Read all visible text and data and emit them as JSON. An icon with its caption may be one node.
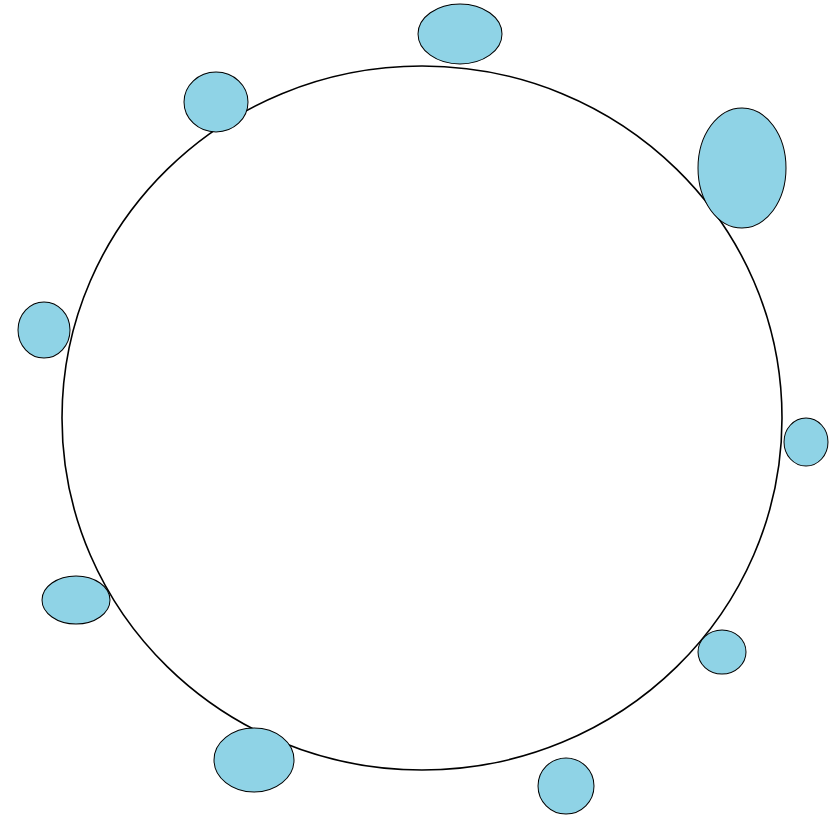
{
  "diagram": {
    "nodes": [
      {
        "text": [],
        "shape": "circle"
      },
      {
        "text": [],
        "shape": "ellipse"
      },
      {
        "text": [],
        "shape": "ellipse"
      },
      {
        "text": [],
        "shape": "ellipse"
      },
      {
        "text": [],
        "shape": "ellipse"
      },
      {
        "text": [],
        "shape": "ellipse"
      },
      {
        "text": [],
        "shape": "ellipse"
      },
      {
        "text": [],
        "shape": "ellipse"
      },
      {
        "text": [],
        "shape": "ellipse"
      },
      {
        "text": [],
        "shape": "ellipse"
      }
    ]
  }
}
